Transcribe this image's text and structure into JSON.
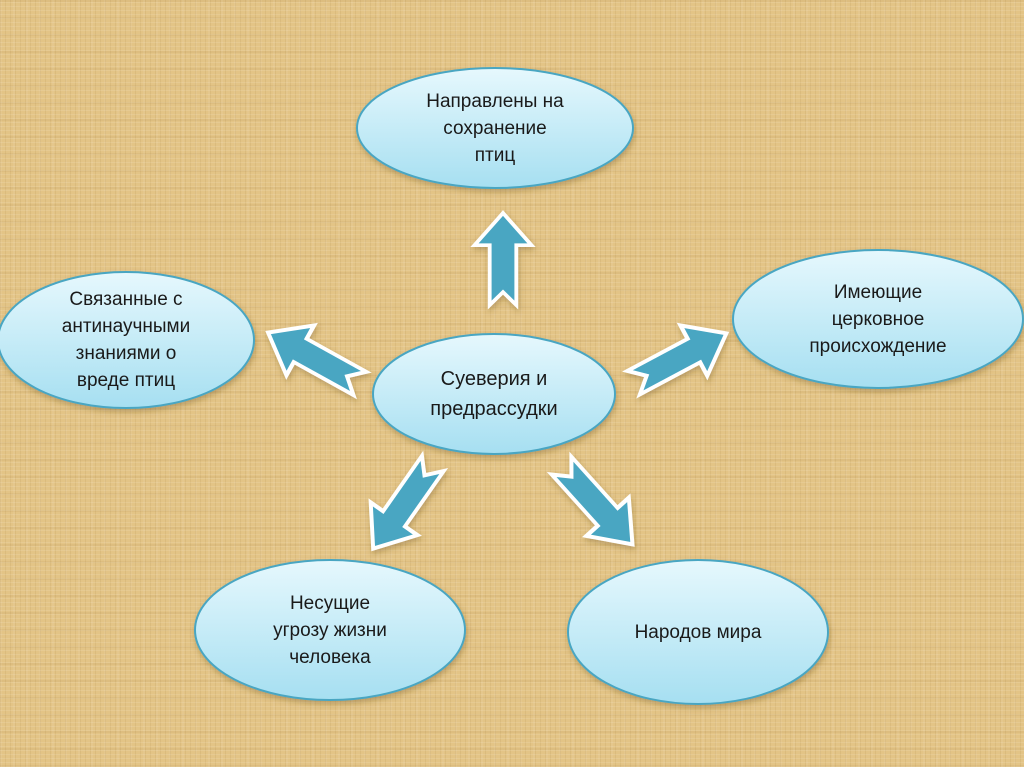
{
  "center": "Суеверия и\nпредрассудки",
  "nodes": {
    "top": "Направлены на\nсохранение\nптиц",
    "left": "Связанные с\nантинаучными\nзнаниями о\nвреде птиц",
    "right": "Имеющие\nцерковное\nпроисхождение",
    "bottom_left": "Несущие\nугрозу жизни\nчеловека",
    "bottom_right": "Народов мира"
  },
  "colors": {
    "arrow": "#4aa6c2",
    "ellipse_border": "#4aa6c2",
    "ellipse_fill_top": "#e4f7fc",
    "ellipse_fill_bottom": "#a8e0f2"
  }
}
